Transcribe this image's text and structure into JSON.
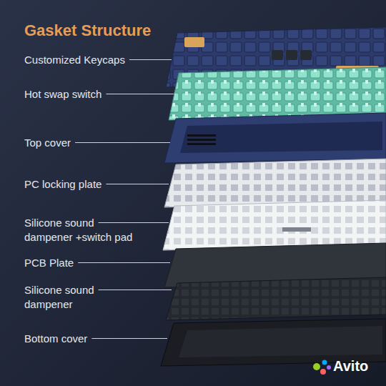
{
  "diagram": {
    "title": "Gasket Structure",
    "labels": [
      "Customized Keycaps",
      "Hot swap switch",
      "Top cover",
      "PC locking plate",
      "Silicone sound dampener +switch pad",
      "PCB Plate",
      "Silicone sound dampener",
      "Bottom cover",
      "Avito"
    ]
  }
}
